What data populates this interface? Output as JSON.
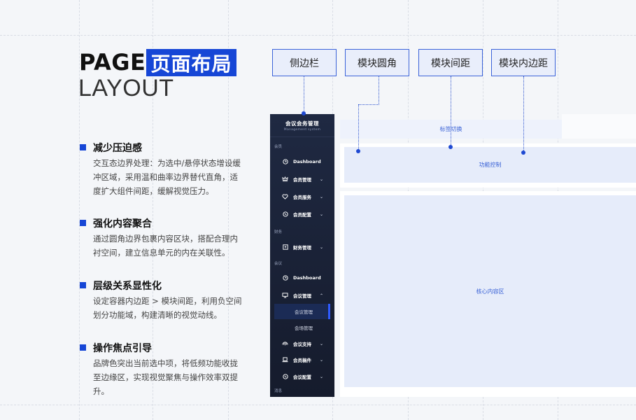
{
  "title": {
    "en": "PAGE",
    "cn": "页面布局",
    "sub": "LAYOUT"
  },
  "points": [
    {
      "title": "减少压迫感",
      "desc": "交互态边界处理：为选中/悬停状态增设缓冲区域，采用温和曲率边界替代直角，适度扩大组件间距，缓解视觉压力。"
    },
    {
      "title": "强化内容聚合",
      "desc": "通过圆角边界包裹内容区块，搭配合理内衬空间，建立信息单元的内在关联性。"
    },
    {
      "title": "层级关系显性化",
      "desc": "设定容器内边距 > 模块间距，利用负空间划分功能域，构建清晰的视觉动线。"
    },
    {
      "title": "操作焦点引导",
      "desc": "品牌色突出当前选中项，将低频功能收拢至边缘区，实现视觉聚焦与操作效率双提升。"
    }
  ],
  "labels": [
    "侧边栏",
    "模块圆角",
    "模块间距",
    "模块内边距"
  ],
  "sidebar": {
    "title": "会议会务管理",
    "subtitle": "Management system",
    "groups": [
      "会员",
      "财务",
      "会议",
      "消息"
    ],
    "items": [
      {
        "label": "Dashboard",
        "icon": "clock-icon"
      },
      {
        "label": "会员管理",
        "icon": "crown-icon"
      },
      {
        "label": "会员服务",
        "icon": "heart-icon"
      },
      {
        "label": "会员配置",
        "icon": "gear-icon"
      },
      {
        "label": "财务管理",
        "icon": "wallet-icon"
      },
      {
        "label": "Dashboard",
        "icon": "clock-icon"
      },
      {
        "label": "会议管理",
        "icon": "monitor-icon"
      },
      {
        "label": "会议支持",
        "icon": "signal-icon"
      },
      {
        "label": "会员稿件",
        "icon": "laptop-icon"
      },
      {
        "label": "会议配置",
        "icon": "gear-icon"
      }
    ],
    "subitems": [
      "会议管理",
      "会场管理"
    ]
  },
  "content": {
    "tabbar": "标签切换",
    "func": "功能控制",
    "core": "核心内容区"
  },
  "colors": {
    "brand": "#1646d6",
    "sidebar": "#1b2236",
    "panel": "#e6ecfa"
  }
}
